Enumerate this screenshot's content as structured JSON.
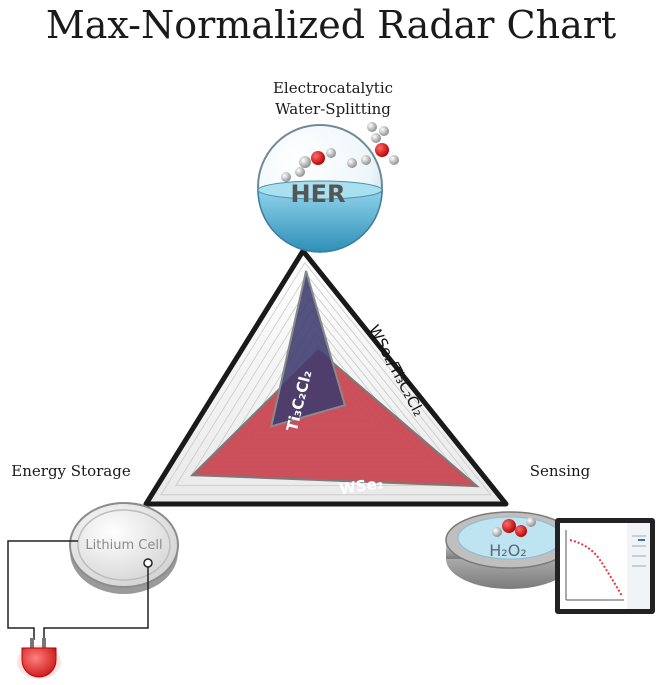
{
  "title": "Max-Normalized Radar Chart",
  "axes": {
    "top_line1": "Electrocatalytic",
    "top_line2": "Water-Splitting",
    "left": "Energy Storage",
    "right": "Sensing"
  },
  "badges": {
    "her": "HER",
    "lithium": "Lithium Cell",
    "h2o2": "H₂O₂"
  },
  "series": [
    {
      "name": "WSe₂",
      "color": "#c8424e",
      "values": [
        0.3,
        0.74,
        0.84
      ]
    },
    {
      "name": "Ti₃C₂Cl₂",
      "color": "#3d3a6e",
      "values": [
        0.86,
        0.3,
        0.11
      ]
    },
    {
      "name": "WSe₂/Ti₃C₂Cl₂",
      "color": "#222222",
      "values": [
        1.0,
        1.0,
        1.0
      ]
    }
  ],
  "colors": {
    "water": "#5fb8d9",
    "led": "#e02020",
    "plot_curve": "#e23b3b"
  }
}
